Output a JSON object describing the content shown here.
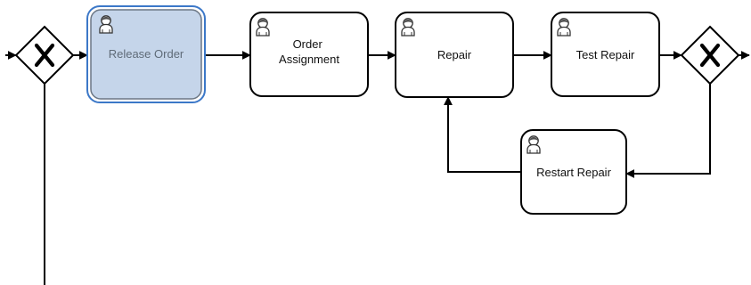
{
  "diagram": {
    "tasks": [
      {
        "id": "release-order",
        "lines": [
          "Release Order"
        ],
        "selected": true,
        "icon": "user-icon"
      },
      {
        "id": "order-assignment",
        "lines": [
          "Order",
          "Assignment"
        ],
        "selected": false,
        "icon": "user-icon"
      },
      {
        "id": "repair",
        "lines": [
          "Repair"
        ],
        "selected": false,
        "icon": "user-icon"
      },
      {
        "id": "test-repair",
        "lines": [
          "Test Repair"
        ],
        "selected": false,
        "icon": "user-icon"
      },
      {
        "id": "restart-repair",
        "lines": [
          "Restart Repair"
        ],
        "selected": false,
        "icon": "user-icon"
      }
    ],
    "gateways": [
      {
        "id": "gateway-left",
        "type": "exclusive",
        "symbol": "X"
      },
      {
        "id": "gateway-right",
        "type": "exclusive",
        "symbol": "X"
      }
    ],
    "colors": {
      "stroke": "#000000",
      "selected_fill": "#c5d5ea",
      "selected_border": "#3c78c8",
      "label": "#111111",
      "selected_label": "#5f6b78"
    }
  }
}
